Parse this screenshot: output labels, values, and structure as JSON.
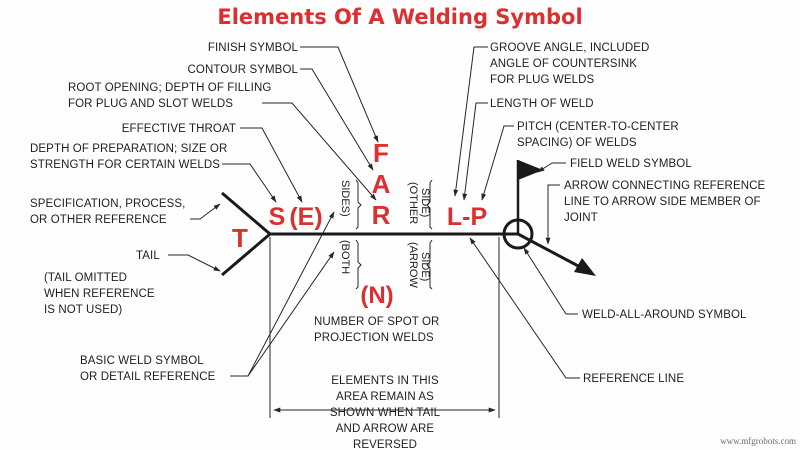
{
  "title": "Elements Of A Welding Symbol",
  "symbols": {
    "finish": "F",
    "contour": "A",
    "root_opening": "R",
    "tail": "T",
    "depth_size": "S",
    "effective_throat": "(E)",
    "length_pitch": "L-P",
    "number_of_welds": "(N)"
  },
  "side_markers": {
    "sides_1": "(BOTH",
    "sides_2": "SIDES)",
    "other_1": "(OTHER",
    "other_2": "SIDE)",
    "arrow_1": "(ARROW",
    "arrow_2": "SIDE)"
  },
  "labels": {
    "finish_symbol": "FINISH SYMBOL",
    "contour_symbol": "CONTOUR SYMBOL",
    "root_1": "ROOT OPENING; DEPTH OF FILLING",
    "root_2": "FOR PLUG AND SLOT WELDS",
    "throat": "EFFECTIVE THROAT",
    "prep_1": "DEPTH OF PREPARATION; SIZE OR",
    "prep_2": "STRENGTH FOR CERTAIN WELDS",
    "spec_1": "SPECIFICATION, PROCESS,",
    "spec_2": "OR OTHER REFERENCE",
    "tail": "TAIL",
    "tail_omit_1": "(TAIL OMITTED",
    "tail_omit_2": "WHEN REFERENCE",
    "tail_omit_3": "IS NOT USED)",
    "basic_1": "BASIC WELD SYMBOL",
    "basic_2": "OR DETAIL REFERENCE",
    "groove_1": "GROOVE ANGLE, INCLUDED",
    "groove_2": "ANGLE OF COUNTERSINK",
    "groove_3": "FOR PLUG WELDS",
    "length": "LENGTH OF WELD",
    "pitch_1": "PITCH (CENTER-TO-CENTER",
    "pitch_2": "SPACING) OF WELDS",
    "field": "FIELD WELD SYMBOL",
    "arrow_1": "ARROW CONNECTING REFERENCE",
    "arrow_2": "LINE TO ARROW SIDE MEMBER OF",
    "arrow_3": "JOINT",
    "number_1": "NUMBER OF SPOT OR",
    "number_2": "PROJECTION WELDS",
    "all_around": "WELD-ALL-AROUND SYMBOL",
    "reference_line": "REFERENCE LINE",
    "elements_1": "ELEMENTS IN THIS",
    "elements_2": "AREA REMAIN AS",
    "elements_3": "SHOWN WHEN TAIL",
    "elements_4": "AND ARROW ARE",
    "elements_5": "REVERSED"
  },
  "watermark": "www.mfgrobots.com",
  "colors": {
    "accent": "#dc2f2f",
    "ink": "#1e1e1e"
  }
}
